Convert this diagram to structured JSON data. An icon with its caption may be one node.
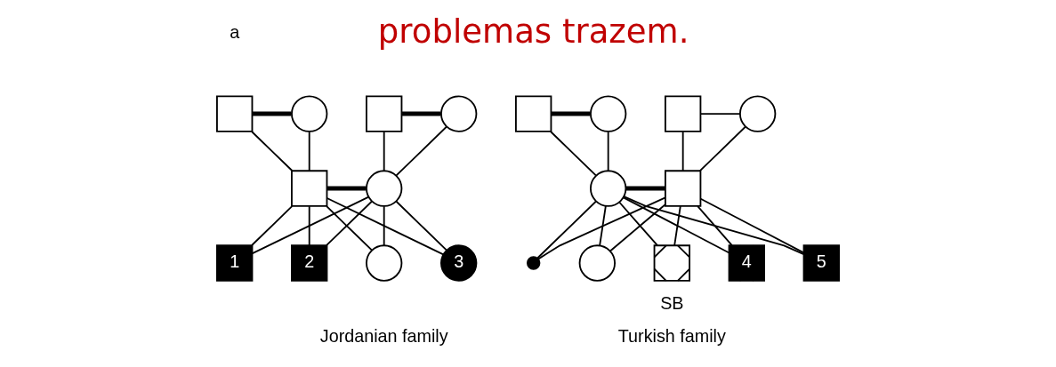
{
  "diagram": {
    "nodes": [
      {
        "text": [],
        "shape": "box"
      },
      {
        "text": [],
        "shape": "circle"
      },
      {
        "text": [],
        "shape": "box"
      },
      {
        "text": [],
        "shape": "circle"
      },
      {
        "text": [],
        "shape": "box"
      },
      {
        "text": [],
        "shape": "circle"
      },
      {
        "text": [
          "1"
        ]
      },
      {
        "text": [
          "2"
        ]
      },
      {
        "text": [],
        "shape": "circle"
      },
      {
        "text": [
          "3"
        ]
      },
      {
        "text": [],
        "shape": "box"
      },
      {
        "text": [],
        "shape": "circle"
      },
      {
        "text": [],
        "shape": "box"
      },
      {
        "text": [],
        "shape": "circle"
      },
      {
        "text": [],
        "shape": "circle"
      },
      {
        "text": [],
        "shape": "box"
      },
      {
        "text": [],
        "shape": "dot"
      },
      {
        "text": [],
        "shape": "circle"
      },
      {
        "text": [],
        "shape": "box",
        "beside": [
          "SB"
        ]
      },
      {
        "text": [
          "4"
        ]
      },
      {
        "text": [
          "5"
        ]
      }
    ],
    "edges": [
      {
        "from": 0,
        "to": 1,
        "arrow": "none",
        "style": "thick"
      },
      {
        "from": 2,
        "to": 3,
        "arrow": "none",
        "style": "thick"
      },
      {
        "from": 0,
        "to": 4,
        "arrow": "none"
      },
      {
        "from": 1,
        "to": 4,
        "arrow": "none"
      },
      {
        "from": 2,
        "to": 5,
        "arrow": "none"
      },
      {
        "from": 3,
        "to": 5,
        "arrow": "none"
      },
      {
        "from": 4,
        "to": 5,
        "arrow": "none",
        "style": "thick"
      },
      {
        "from": 4,
        "to": 6,
        "arrow": "none"
      },
      {
        "from": 5,
        "to": 6,
        "arrow": "none"
      },
      {
        "from": 4,
        "to": 7,
        "arrow": "none"
      },
      {
        "from": 5,
        "to": 7,
        "arrow": "none"
      },
      {
        "from": 4,
        "to": 8,
        "arrow": "none"
      },
      {
        "from": 5,
        "to": 8,
        "arrow": "none"
      },
      {
        "from": 4,
        "to": 9,
        "arrow": "none"
      },
      {
        "from": 5,
        "to": 9,
        "arrow": "none"
      },
      {
        "from": 10,
        "to": 11,
        "arrow": "none",
        "style": "thick"
      },
      {
        "from": 12,
        "to": 13,
        "arrow": "none"
      },
      {
        "from": 10,
        "to": 14,
        "arrow": "none"
      },
      {
        "from": 11,
        "to": 14,
        "arrow": "none"
      },
      {
        "from": 12,
        "to": 15,
        "arrow": "none"
      },
      {
        "from": 13,
        "to": 15,
        "arrow": "none"
      },
      {
        "from": 14,
        "to": 15,
        "arrow": "none",
        "style": "thick"
      },
      {
        "from": 14,
        "to": 16,
        "arrow": "none"
      },
      {
        "from": 15,
        "to": 16,
        "arrow": "none"
      },
      {
        "from": 14,
        "to": 17,
        "arrow": "none"
      },
      {
        "from": 15,
        "to": 17,
        "arrow": "none"
      },
      {
        "from": 14,
        "to": 18,
        "arrow": "none"
      },
      {
        "from": 15,
        "to": 18,
        "arrow": "none"
      },
      {
        "from": 14,
        "to": 19,
        "arrow": "none"
      },
      {
        "from": 15,
        "to": 19,
        "arrow": "none"
      },
      {
        "from": 14,
        "to": 20,
        "arrow": "none"
      },
      {
        "from": 15,
        "to": 20,
        "arrow": "none"
      }
    ],
    "labels": [
      "a",
      "problemas trazem.",
      "Jordanian family",
      "Turkish family"
    ]
  }
}
